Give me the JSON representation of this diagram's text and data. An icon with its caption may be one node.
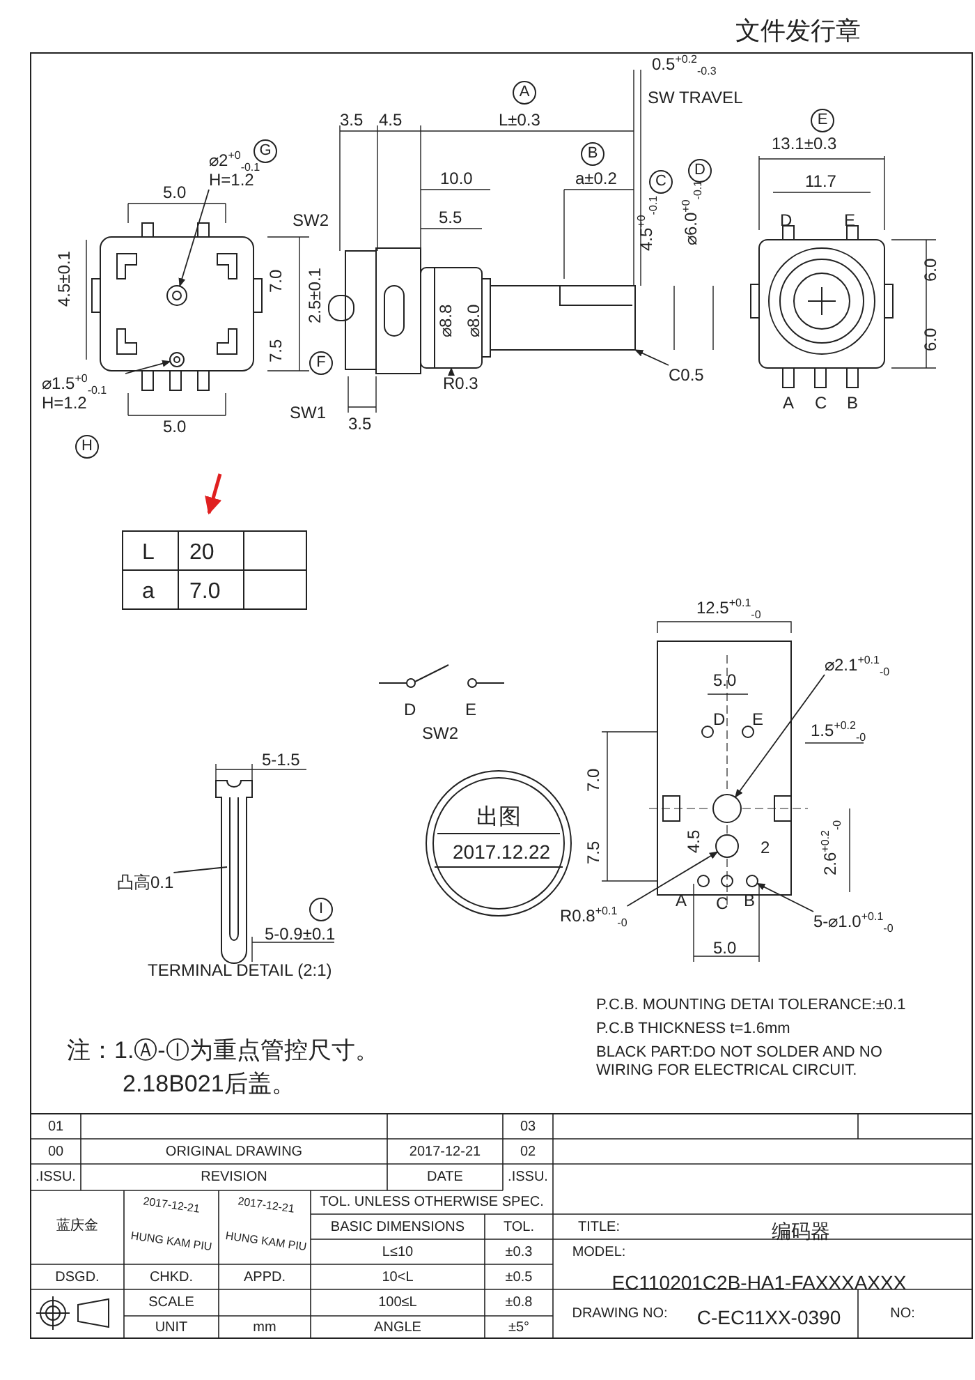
{
  "diagram": {
    "nodes": [
      {
        "text": [
          "⌀2$^{+0}$$_{-0.1}$ H=1.2"
        ]
      },
      {
        "text": [
          "⌀1.5$^{+0}$$_{-0.1}$ H=1.2"
        ]
      },
      {
        "text": [
          "R0.3"
        ]
      },
      {
        "text": [
          "C0.5"
        ]
      },
      {
        "text": [
          "⌀2.1$^{+0.1}$$_{-0}$"
        ]
      },
      {
        "text": [
          "R0.8$^{+0.1}$$_{-0}$"
        ]
      },
      {
        "text": [
          "5-⌀1.0$^{+0.1}$$_{-0}$"
        ]
      },
      {
        "text": [
          "凸高0.1"
        ]
      },
      {
        "text": [],
        "shape": "circle"
      },
      {
        "text": [],
        "shape": "circle"
      },
      {
        "text": [],
        "shape": "picture"
      },
      {
        "text": [],
        "shape": "box"
      },
      {
        "text": [],
        "shape": "bar"
      },
      {
        "text": [],
        "shape": "circle"
      },
      {
        "text": [],
        "shape": "circle"
      },
      {
        "text": [],
        "shape": "circle"
      }
    ],
    "edges": [
      {
        "from": 0,
        "to": 8,
        "arrow": "to"
      },
      {
        "from": 1,
        "to": 9,
        "arrow": "to"
      },
      {
        "from": 2,
        "to": 11,
        "arrow": "to"
      },
      {
        "from": 3,
        "to": 12,
        "arrow": "to"
      },
      {
        "from": 4,
        "to": 13,
        "arrow": "to"
      },
      {
        "from": 5,
        "to": 14,
        "arrow": "to"
      },
      {
        "from": 6,
        "to": 15,
        "arrow": "to"
      },
      {
        "from": 7,
        "to": 10,
        "arrow": "none"
      }
    ],
    "labels": [
      "文件发行章",
      "0.5$^{+0.2}$$_{-0.3}$",
      "SW TRAVEL",
      "A",
      "3.5",
      "4.5",
      "L±0.3",
      "E",
      "13.1±0.3",
      "G",
      "B",
      "a±0.2",
      "C",
      "D",
      "5.0",
      "10.0",
      "11.7",
      "SW2",
      "5.5",
      "4.5$^{+0}$$_{-0.1}$",
      "⌀6.0$^{+0}$$_{-0.1}$",
      "D",
      "E",
      "4.5±0.1",
      "7.0",
      "2.5±0.1",
      "⌀8.8",
      "⌀8.0",
      "6.0",
      "6.0",
      "7.5",
      "F",
      "A",
      "C",
      "B",
      "5.0",
      "SW1",
      "3.5",
      "H",
      "L",
      "20",
      "a",
      "7.0",
      "D",
      "E",
      "SW2",
      "12.5$^{+0.1}$$_{-0}$",
      "5.0",
      "D",
      "E",
      "1.5$^{+0.2}$$_{-0}$",
      "7.0",
      "7.5",
      "4.5",
      "2",
      "2.6$^{+0.2}$$_{-0}$",
      "A",
      "C",
      "B",
      "5.0",
      "5-1.5",
      "I",
      "5-0.9±0.1",
      "TERMINAL DETAIL (2:1)",
      "出图",
      "2017.12.22",
      "注：1.Ⓐ-Ⓘ为重点管控尺寸。",
      "2.18B021后盖。",
      "P.C.B. MOUNTING DETAI TOLERANCE:±0.1",
      "P.C.B THICKNESS t=1.6mm",
      "BLACK PART:DO NOT SOLDER AND NO WIRING FOR ELECTRICAL CIRCUIT.",
      "01",
      "03",
      "00",
      "ORIGINAL DRAWING",
      "2017-12-21",
      "02",
      ".ISSU.",
      "REVISION",
      "DATE",
      ".ISSU.",
      "蓝庆金",
      "2017-12-21",
      "HUNG KAM PIU",
      "2017-12-21",
      "HUNG KAM PIU",
      "TOL. UNLESS OTHERWISE SPEC.",
      "BASIC DIMENSIONS",
      "TOL.",
      "TITLE:",
      "编码器",
      "L≤10",
      "±0.3",
      "MODEL:",
      "EC110201C2B-HA1-FAXXXAXXX",
      "DSGD.",
      "CHKD.",
      "APPD.",
      "10<L",
      "±0.5",
      "SCALE",
      "100≤L",
      "±0.8",
      "DRAWING NO:",
      "C-EC11XX-0390",
      "NO:",
      "UNIT",
      "mm",
      "ANGLE",
      "±5°"
    ]
  }
}
